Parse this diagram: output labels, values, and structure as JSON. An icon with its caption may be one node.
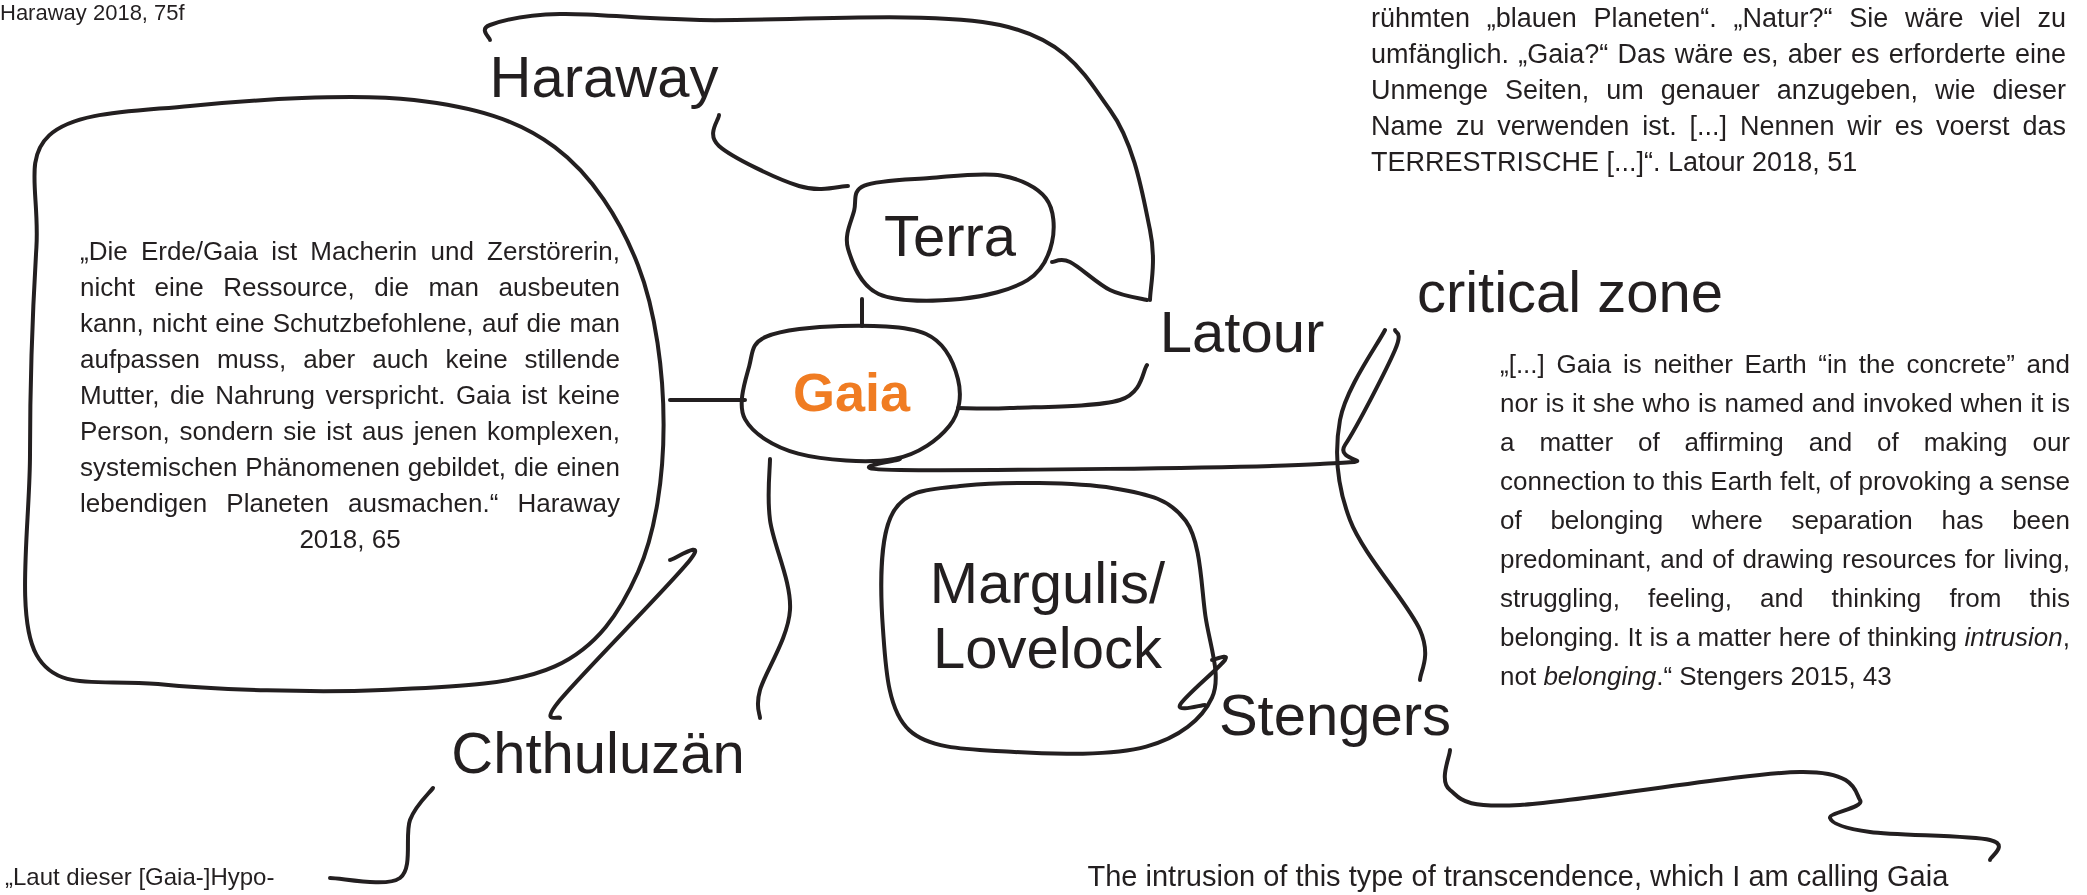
{
  "diagram": {
    "nodes": [
      {
        "text": [
          "Haraway"
        ]
      },
      {
        "text": [
          "Terra"
        ]
      },
      {
        "text": [
          "Gaia"
        ]
      },
      {
        "text": [
          "Latour"
        ]
      },
      {
        "text": [
          "critical zone"
        ]
      },
      {
        "text": [
          "Margulis/ Lovelock"
        ]
      },
      {
        "text": [
          "Stengers"
        ]
      },
      {
        "text": [
          "Chthuluzän"
        ]
      },
      {
        "text": [
          "„Die Erde/Gaia ist Macherin und Zerstörerin, nicht eine Ressource, die man ausbeuten kann, nicht eine Schutzbefohlene, auf die man aufpassen muss, aber auch keine stillende Mutter, die Nahrung verspricht. Gaia ist keine Person, sondern sie ist aus jenen komplexen, systemischen Phänomenen gebildet, die einen lebendigen Planeten ausmachen.“ Haraway 2018, 65"
        ]
      },
      {
        "text": [
          "„Laut dieser [Gaia-]Hypo-"
        ]
      },
      {
        "text": [
          "The intrusion of this type of transcendence, which I am calling Gaia"
        ]
      }
    ],
    "edges": [
      {
        "from": 0,
        "to": 1,
        "arrow": "none"
      },
      {
        "from": 0,
        "to": 3,
        "arrow": "none"
      },
      {
        "from": 1,
        "to": 3,
        "arrow": "none"
      },
      {
        "from": 1,
        "to": 2,
        "arrow": "none"
      },
      {
        "from": 2,
        "to": 3,
        "arrow": "none"
      },
      {
        "from": 2,
        "to": 4,
        "arrow": "none"
      },
      {
        "from": 4,
        "to": 6,
        "arrow": "none"
      },
      {
        "from": 5,
        "to": 6,
        "arrow": "none"
      },
      {
        "from": 6,
        "to": 10,
        "arrow": "none"
      },
      {
        "from": 2,
        "to": 7,
        "arrow": "none"
      },
      {
        "from": 8,
        "to": 7,
        "arrow": "none"
      },
      {
        "from": 7,
        "to": 9,
        "arrow": "none"
      },
      {
        "from": 2,
        "to": 8,
        "arrow": "none"
      }
    ],
    "labels": [
      "Haraway 2018, 75f",
      "rühmten „blauen Planeten“. „Natur?“ Sie wäre viel zu umfänglich. „Gaia?“ Das wäre es, aber es erforderte eine Unmenge Seiten, um genauer anzugeben, wie dieser Name zu verwenden ist. [...] Nennen wir es voerst das TERRESTRISCHE [...]“. Latour 2018, 51",
      "„[...] Gaia is neither Earth “in the concrete” and nor is it she who is named and invoked when it is a matter of affirming and of making our connection to this Earth felt, of provoking a sense of belonging where separation has been predominant, and of drawing resources for living, struggling, feeling, and thinking from this belonging. It is a matter here of thinking *intrusion*, not *belonging*.“ Stengers 2015, 43"
    ]
  }
}
